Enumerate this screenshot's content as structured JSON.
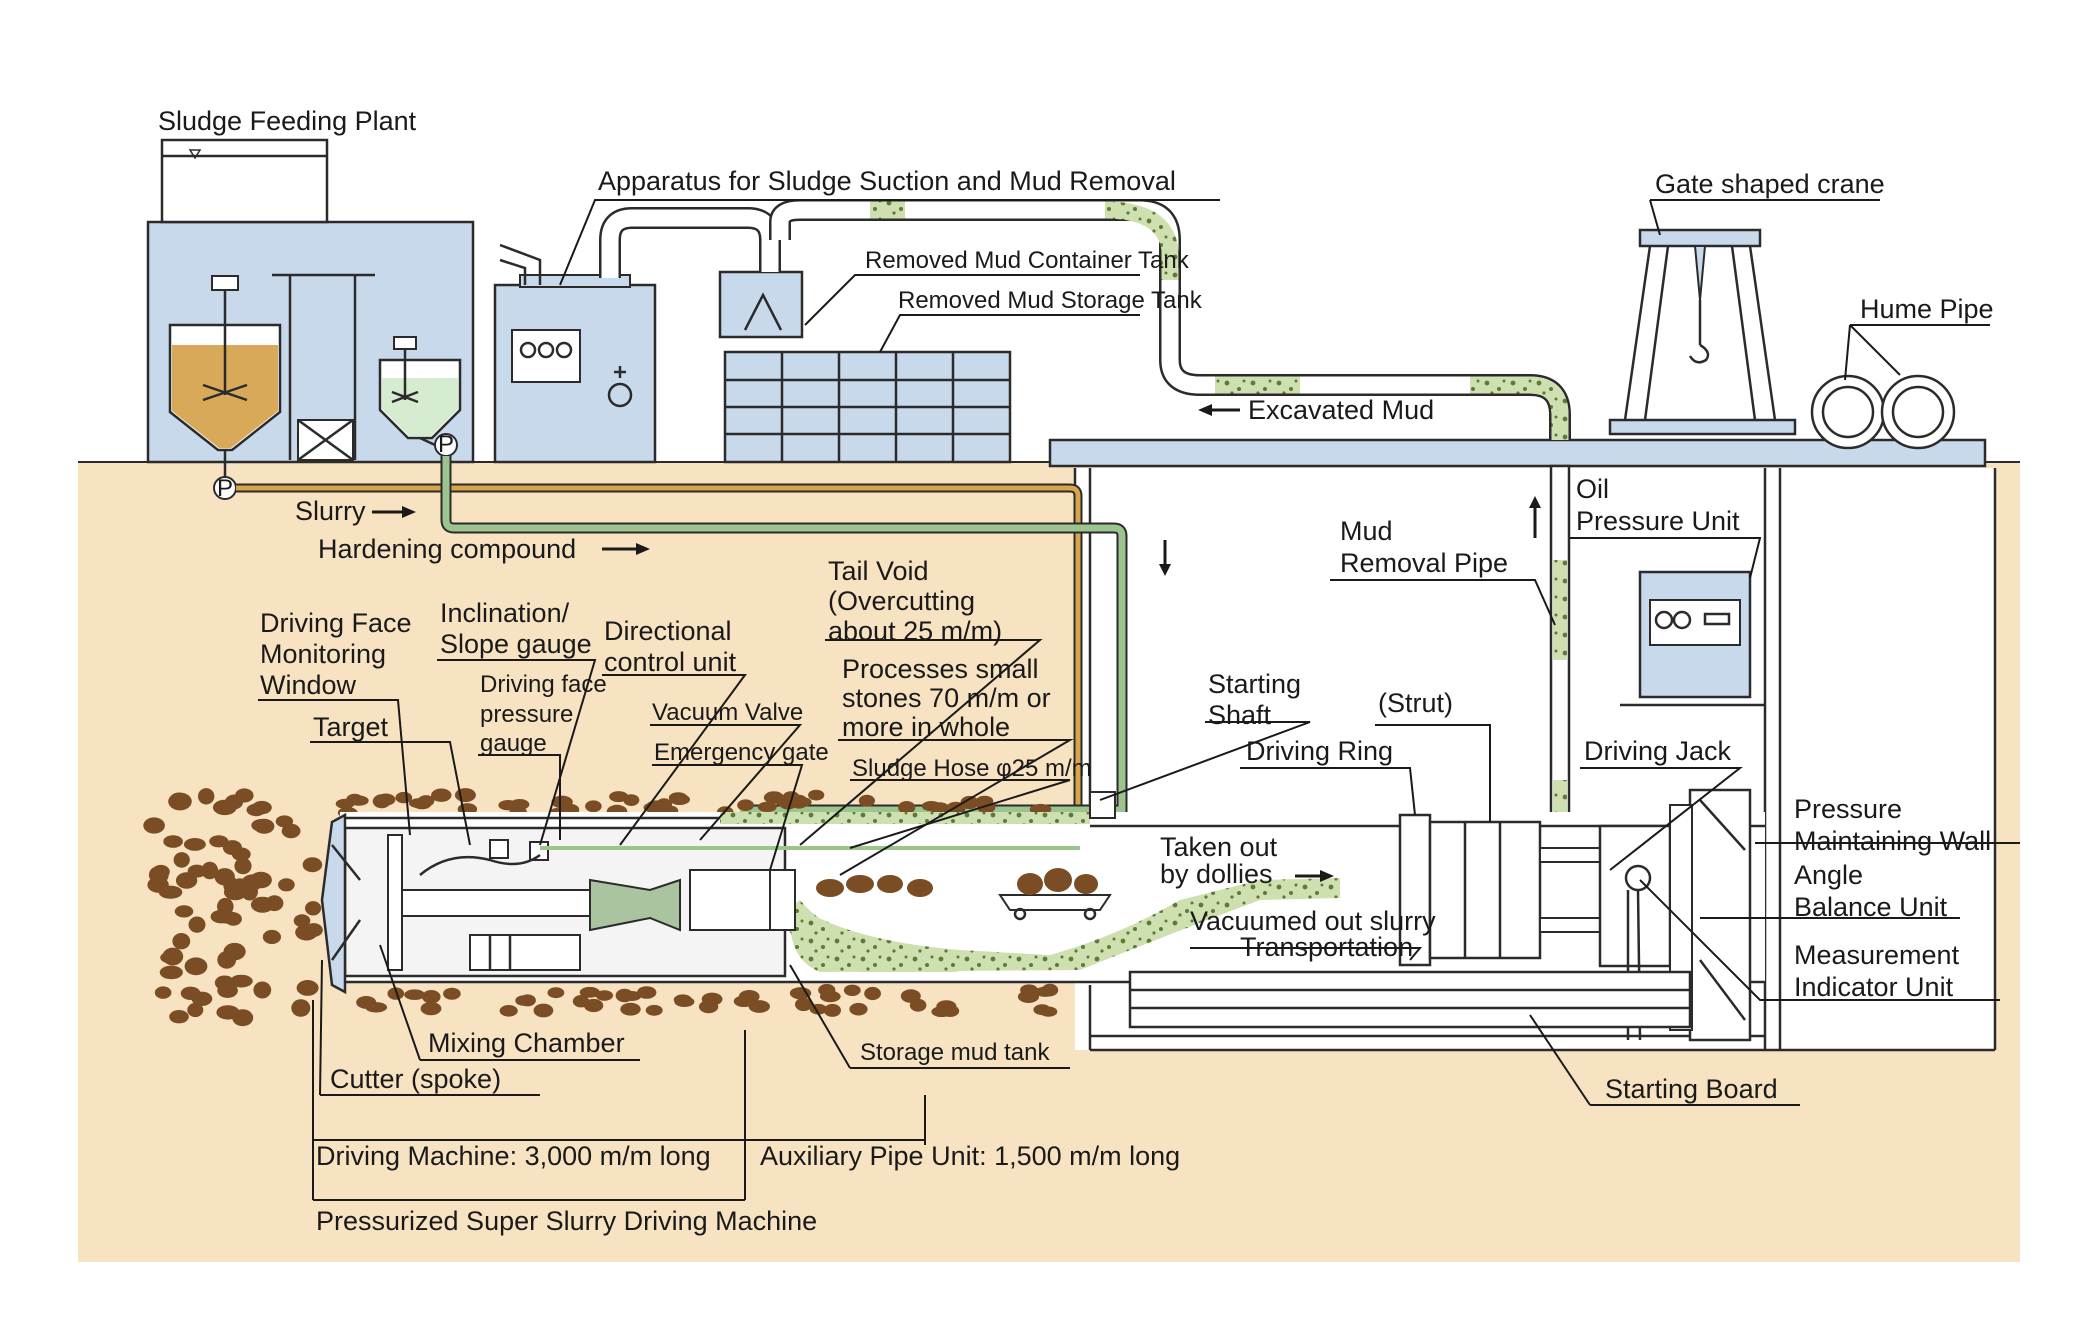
{
  "colors": {
    "ground": "#f7e3c2",
    "building": "#c9d9ec",
    "slurry_line": "#d8a54a",
    "hardening_line": "#9cc48e",
    "mud": "#cfe0b0",
    "stone": "#7a4d24",
    "sludge_liquid": "#d9a95a"
  },
  "labels": {
    "sludge_feeding_plant": "Sludge Feeding Plant",
    "apparatus": "Apparatus for Sludge Suction and Mud Removal",
    "removed_mud_container": "Removed Mud Container Tank",
    "removed_mud_storage": "Removed Mud Storage Tank",
    "gate_crane": "Gate shaped crane",
    "hume_pipe": "Hume Pipe",
    "excavated_mud": "Excavated Mud",
    "slurry": "Slurry",
    "hardening": "Hardening compound",
    "mud_removal_1": "Mud",
    "mud_removal_2": "Removal Pipe",
    "oil_1": "Oil",
    "oil_2": "Pressure Unit",
    "dfmw_1": "Driving Face",
    "dfmw_2": "Monitoring",
    "dfmw_3": "Window",
    "incl_1": "Inclination/",
    "incl_2": "Slope gauge",
    "dcu_1": "Directional",
    "dcu_2": "control unit",
    "tail_1": "Tail Void",
    "tail_2": "(Overcutting",
    "tail_3": "about 25 m/m)",
    "proc_1": "Processes small",
    "proc_2": "stones 70 m/m or",
    "proc_3": "more in whole",
    "target": "Target",
    "dfpg_1": "Driving face",
    "dfpg_2": "pressure",
    "dfpg_3": "gauge",
    "vacuum_valve": "Vacuum Valve",
    "emergency_gate": "Emergency gate",
    "sludge_hose": "Sludge Hose φ25 m/m",
    "shaft_1": "Starting",
    "shaft_2": "Shaft",
    "strut": "(Strut)",
    "driving_ring": "Driving Ring",
    "driving_jack": "Driving Jack",
    "pmw_1": "Pressure",
    "pmw_2": "Maintaining Wall",
    "abu_1": "Angle",
    "abu_2": "Balance Unit",
    "miu_1": "Measurement",
    "miu_2": "Indicator Unit",
    "taken_1": "Taken out",
    "taken_2": "by dollies",
    "vac_1": "Vacuumed out slurry",
    "vac_2": "Transportation",
    "mixing": "Mixing Chamber",
    "cutter": "Cutter (spoke)",
    "storage_mud": "Storage mud tank",
    "starting_board": "Starting Board",
    "driving_machine": "Driving Machine: 3,000 m/m long",
    "aux_pipe": "Auxiliary Pipe Unit: 1,500 m/m long",
    "pressurized": "Pressurized Super Slurry Driving Machine",
    "pump_symbol": "P"
  }
}
